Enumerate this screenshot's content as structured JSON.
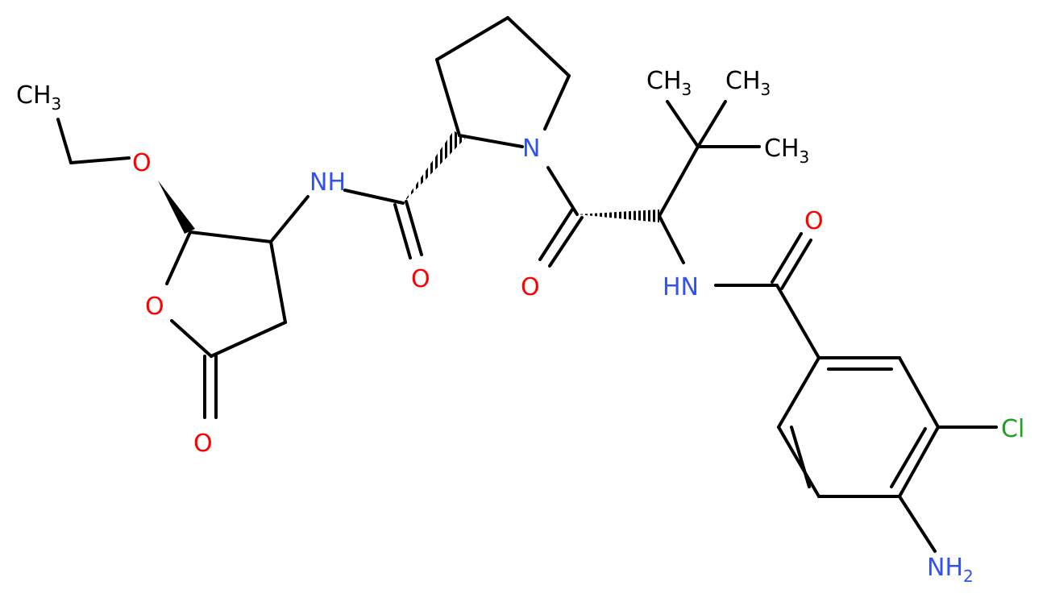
{
  "molecule": {
    "atom_labels": {
      "ethyl_ch3": {
        "main": "CH",
        "sub": "3"
      },
      "ether_o": "O",
      "ring_o": "O",
      "lactone_carbonyl_o": "O",
      "amide_nh": "NH",
      "amide1_carbonyl_o": "O",
      "pyrrolidine_n": "N",
      "amide2_carbonyl_o": "O",
      "tbu_ch3_a": {
        "main": "CH",
        "sub": "3"
      },
      "tbu_ch3_b": {
        "main": "CH",
        "sub": "3"
      },
      "tbu_ch3_c": {
        "main": "CH",
        "sub": "3"
      },
      "benzamide_nh": "HN",
      "benzamide_carbonyl_o": "O",
      "chloro": "Cl",
      "amino": {
        "main": "NH",
        "sub": "2"
      }
    },
    "colors": {
      "bond": "#000000",
      "carbon_label": "#000000",
      "oxygen": "#ff0000",
      "nitrogen": "#3050f8",
      "chlorine": "#1fa01f"
    }
  }
}
